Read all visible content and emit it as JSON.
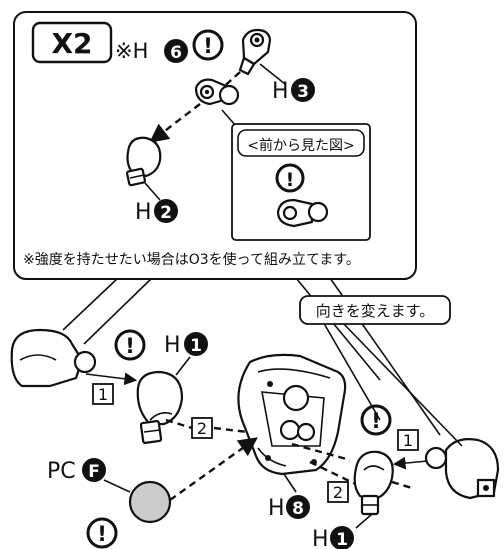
{
  "callout": {
    "multiplier": "X2",
    "note_star_h": "※H",
    "h6": "6",
    "h3_prefix": "H",
    "h3": "3",
    "h2_prefix": "H",
    "h2": "2",
    "front_view": "<前から見た図>",
    "strength_note": "※強度を持たせたい場合はO3を使って組み立てます。"
  },
  "main": {
    "h1_top_prefix": "H",
    "h1_top": "1",
    "step1_left": "1",
    "step2_left": "2",
    "pc_prefix": "PC",
    "pc_f": "F",
    "h8_prefix": "H",
    "h8": "8",
    "h1_bottom_prefix": "H",
    "h1_bottom": "1",
    "step1_right": "1",
    "step2_right": "2",
    "change_direction": "向きを変えます。"
  },
  "icons": {
    "caution": "!",
    "clear_part_color": "#cccccc"
  }
}
